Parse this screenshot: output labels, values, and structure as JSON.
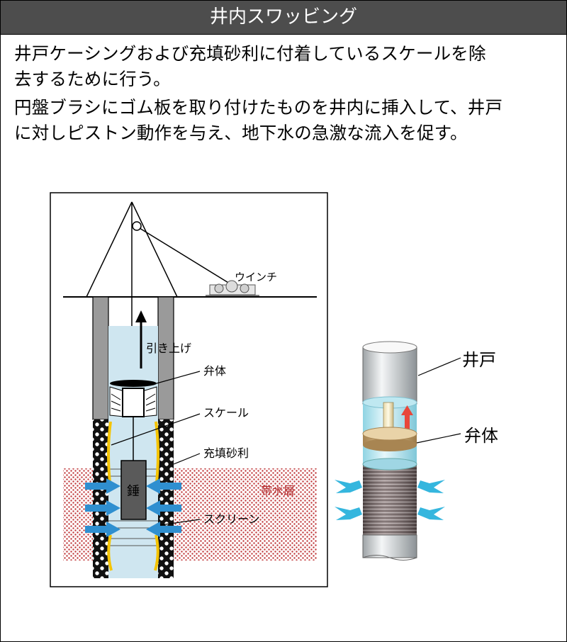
{
  "header": {
    "title": "井内スワッビング"
  },
  "description": {
    "line1": "井戸ケーシングおよび充填砂利に付着しているスケールを除",
    "line2": "去するために行う。",
    "line3": "円盤ブラシにゴム板を取り付けたものを井内に挿入して、井戸",
    "line4": "に対しピストン動作を与え、地下水の急激な流入を促す。"
  },
  "diagram": {
    "winch": "ウインチ",
    "lift": "引き上げ",
    "valve": "弁体",
    "scale": "スケール",
    "gravel": "充填砂利",
    "aquifer": "帯水層",
    "weight": "錘",
    "screen": "スクリーン"
  },
  "detail": {
    "well": "井戸",
    "valve": "弁体"
  },
  "colors": {
    "header_bg": "#4d4d4d",
    "water": "#cfe6f0",
    "aquifer_dots": "#c0393b",
    "flow_arrow": "#2f8fd0",
    "lift_arrow_red": "#e8473a",
    "valve_disc": "#c8a878",
    "scale_yellow": "#f5c400"
  }
}
